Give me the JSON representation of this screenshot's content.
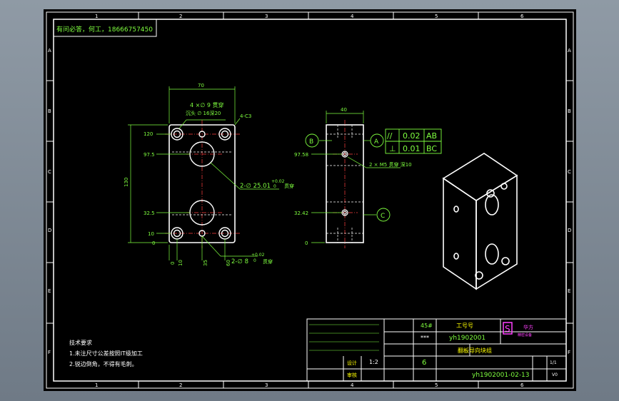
{
  "colors": {
    "background": "#000000",
    "frame": "#ffffff",
    "dimension": "#7fff3f",
    "yellow": "#ffff00",
    "centerline": "#ff4040",
    "logo": "#ff40ff"
  },
  "header_note": "有问必答，何工，18666757450",
  "zone_columns": [
    "1",
    "2",
    "3",
    "4",
    "5",
    "6"
  ],
  "zone_rows": [
    "A",
    "B",
    "C",
    "D",
    "E",
    "F"
  ],
  "front_view": {
    "dim_width": "70",
    "dim_height": "130",
    "note_holes_1": "4 ×∅ 9 贯穿",
    "note_holes_2": "沉头 ∅ 16深20",
    "note_chamfer": "4-C3",
    "note_bore": "2-∅ 25.01",
    "note_bore_tol": "+0.02",
    "note_bore_tol2": "0",
    "note_bore_suffix": "贯穿",
    "note_pin": "2-∅ 8",
    "note_pin_tol": "+0.02",
    "note_pin_tol2": "0",
    "note_pin_suffix": "贯穿",
    "y_ticks": [
      "120",
      "97.5",
      "32.5",
      "10",
      "0"
    ],
    "x_ticks": [
      "0",
      "10",
      "35",
      "60"
    ]
  },
  "side_view": {
    "dim_width": "40",
    "y_ticks": [
      "97.58",
      "32.42",
      "0"
    ],
    "note_thread": "2 × M5 贯穿 深10",
    "datum_a": "A",
    "datum_b": "B",
    "datum_c": "C",
    "tolerances": [
      {
        "symbol": "//",
        "value": "0.02",
        "datum": "AB"
      },
      {
        "symbol": "⊥",
        "value": "0.01",
        "datum": "BC"
      }
    ]
  },
  "tech_notes": {
    "title": "技术要求",
    "line1": "1.未注尺寸公差按照IT级加工",
    "line2": "2.锐边倒角，不得有毛刺。"
  },
  "title_block": {
    "material": "45#",
    "part_label": "工号号",
    "part_no": "yh1902001",
    "stars": "***",
    "drawing_name": "翻板导向块组",
    "quantity": "6",
    "scale": "1:2",
    "drawing_no": "yh1902001-02-13",
    "sheet": "1/1",
    "version": "V0",
    "company_line1": "华方",
    "company_line2": "精密设备",
    "sig_label": "设计",
    "check_label": "审核"
  }
}
